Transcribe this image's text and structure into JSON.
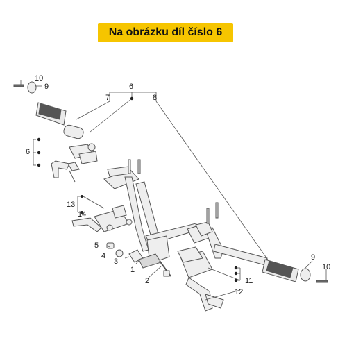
{
  "banner": {
    "text": "Na obrázku díl číslo 6",
    "color": "#f6c500"
  },
  "labels": {
    "p10a": "10",
    "p9a": "9",
    "p6top": "6",
    "p7": "7",
    "p8": "8",
    "p6left": "6",
    "p13": "13",
    "p14": "14",
    "p5": "5",
    "p4": "4",
    "p3": "3",
    "p1": "1",
    "p2": "2",
    "p11": "11",
    "p12": "12",
    "p9b": "9",
    "p10b": "10"
  },
  "colors": {
    "line": "#555555",
    "part": "#e8e8e8",
    "grip_dark": "#444444",
    "text": "#1a1a1a"
  }
}
